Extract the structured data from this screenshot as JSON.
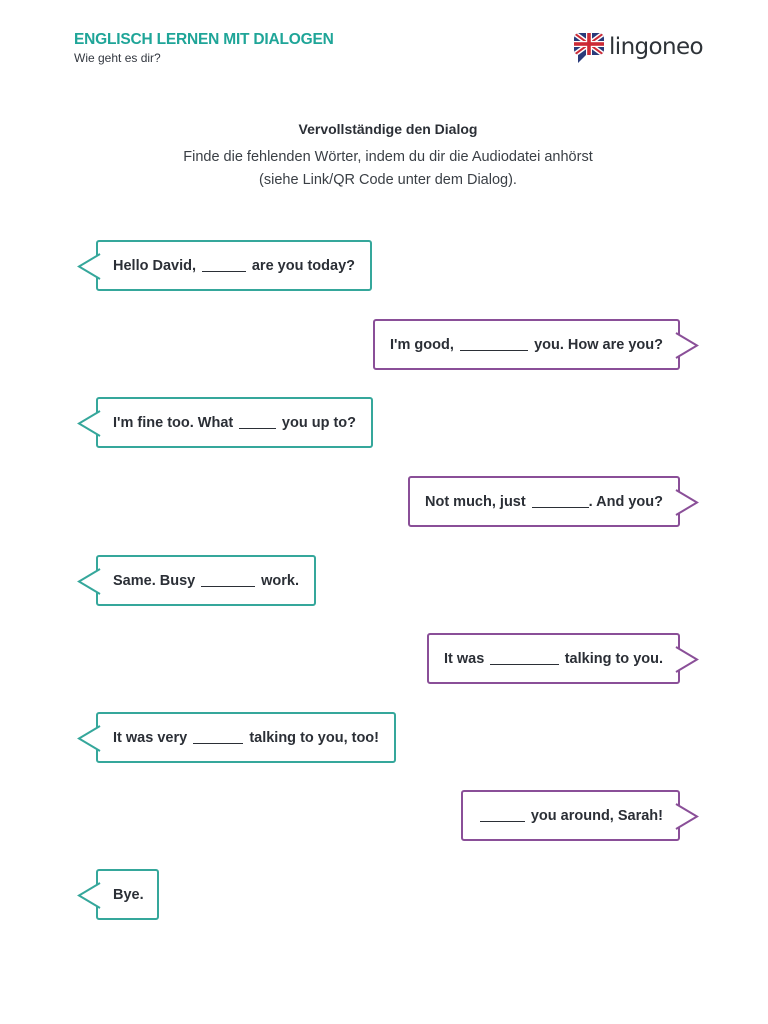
{
  "header": {
    "title": "ENGLISCH LERNEN MIT DIALOGEN",
    "subtitle": "Wie geht es dir?",
    "logo_text": "lingoneo",
    "logo_icon": "uk-flag-speech-bubble-icon"
  },
  "instructions": {
    "heading": "Vervollständige den Dialog",
    "line1": "Finde die fehlenden Wörter, indem du dir die Audiodatei anhörst",
    "line2": "(siehe Link/QR Code unter dem Dialog)."
  },
  "colors": {
    "teal": "#35a79b",
    "purple": "#8a4f98",
    "header_teal": "#1fa598"
  },
  "dialog": [
    {
      "speaker": "left",
      "before": "Hello David,",
      "after": "are you today?"
    },
    {
      "speaker": "right",
      "before": "I'm good,",
      "after": "you. How are you?"
    },
    {
      "speaker": "left",
      "before": "I'm fine too. What",
      "after": "you up to?"
    },
    {
      "speaker": "right",
      "before": "Not much, just",
      "after": ". And you?"
    },
    {
      "speaker": "left",
      "before": "Same. Busy",
      "after": "work."
    },
    {
      "speaker": "right",
      "before": "It was",
      "after": "talking to you."
    },
    {
      "speaker": "left",
      "before": "It was very",
      "after": "talking to you, too!"
    },
    {
      "speaker": "right",
      "before": "",
      "after": "you around, Sarah!"
    },
    {
      "speaker": "left",
      "before": "Bye.",
      "after": ""
    }
  ]
}
